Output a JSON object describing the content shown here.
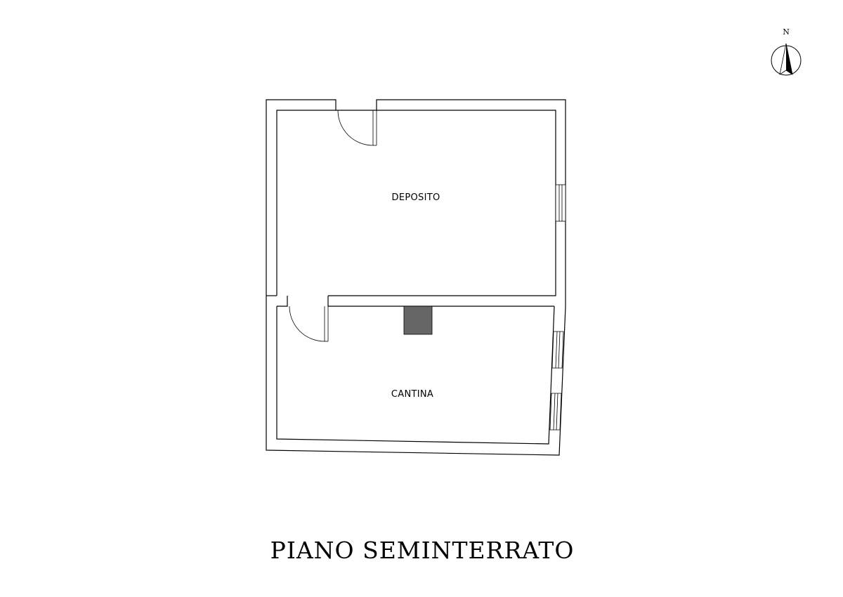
{
  "compass": {
    "letter": "N"
  },
  "rooms": {
    "deposito": "DEPOSITO",
    "cantina": "CANTINA"
  },
  "title": "PIANO SEMINTERRATO",
  "colors": {
    "line": "#000000",
    "chimney_fill": "#666666",
    "background": "#ffffff"
  }
}
